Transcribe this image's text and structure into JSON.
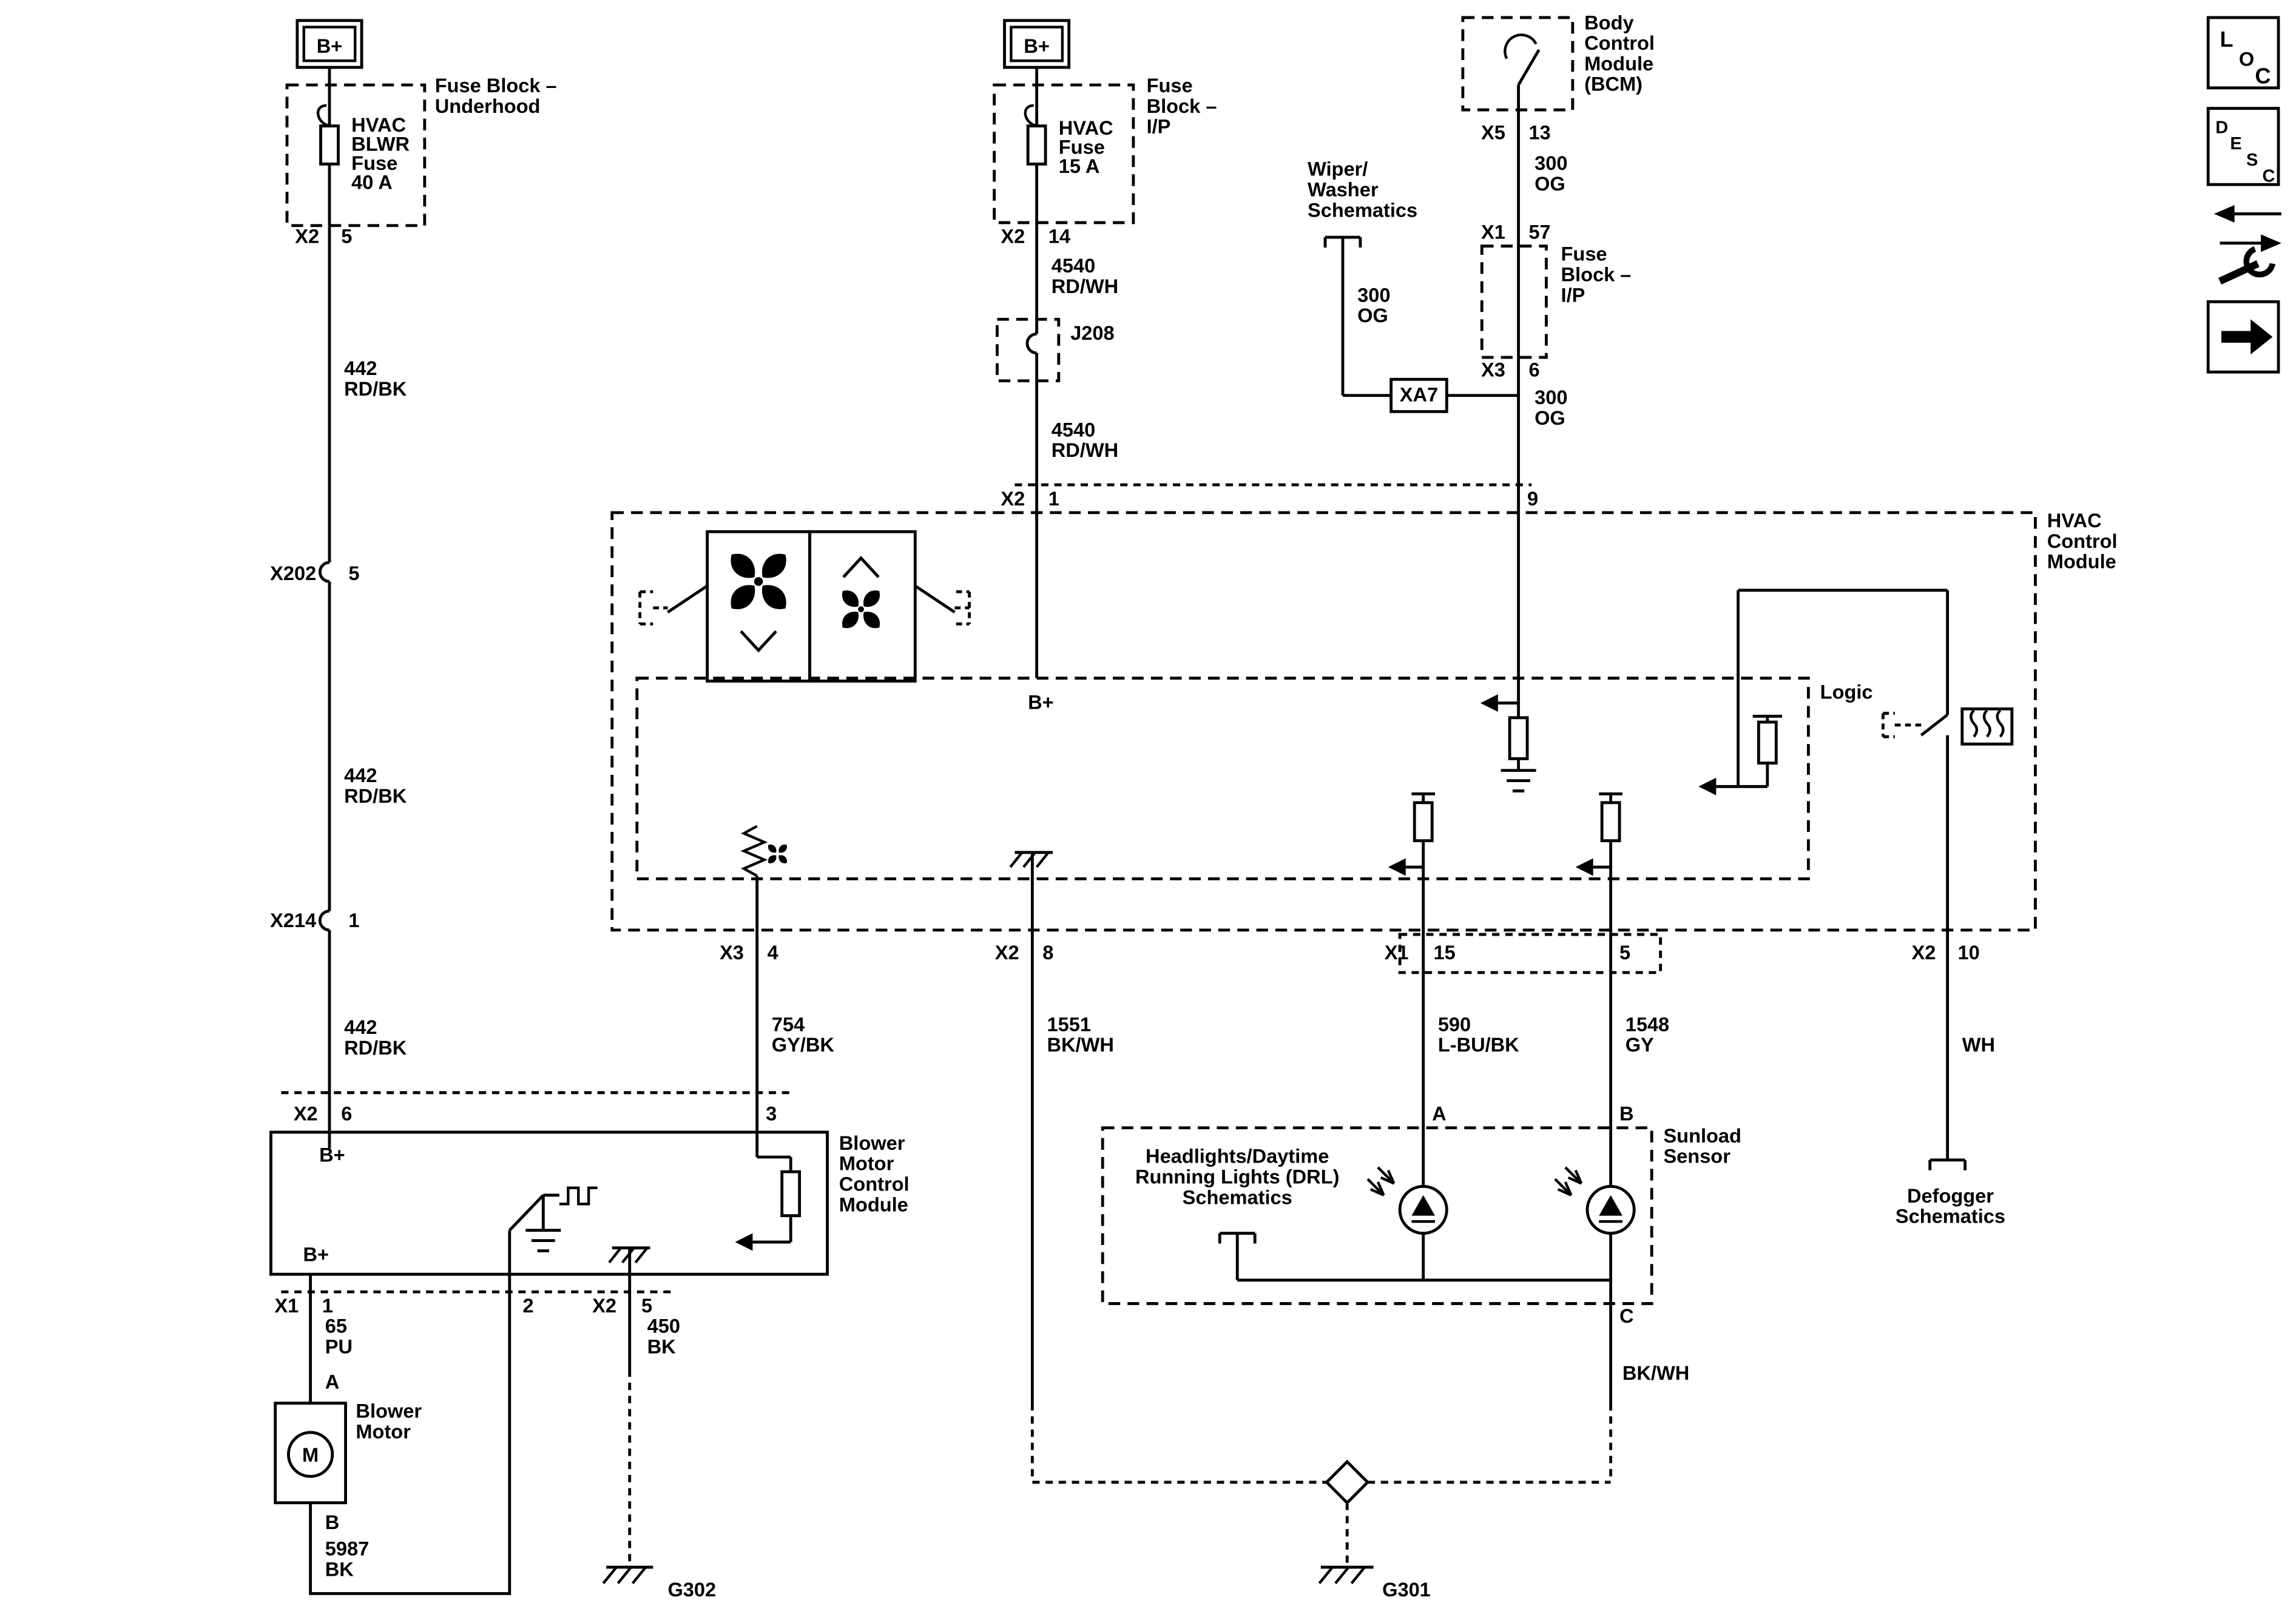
{
  "colors": {
    "line": "#000000",
    "bg": "#ffffff"
  },
  "underhood_feed": {
    "battery": "B+",
    "fuse_block": [
      "Fuse Block –",
      "Underhood"
    ],
    "fuse": [
      "HVAC",
      "BLWR",
      "Fuse",
      "40 A"
    ],
    "conn": "X2",
    "pin": "5",
    "wire1": [
      "442",
      "RD/BK"
    ],
    "conn2": "X202",
    "pin2": "5",
    "wire2": [
      "442",
      "RD/BK"
    ],
    "conn3": "X214",
    "pin3": "1",
    "wire3": [
      "442",
      "RD/BK"
    ]
  },
  "ip_feed": {
    "battery": "B+",
    "fuse_block": [
      "Fuse",
      "Block –",
      "I/P"
    ],
    "fuse": [
      "HVAC",
      "Fuse",
      "15 A"
    ],
    "conn": "X2",
    "pin": "14",
    "wire1": [
      "4540",
      "RD/WH"
    ],
    "conn2": "J208",
    "wire2": [
      "4540",
      "RD/WH"
    ],
    "conn3": "X2",
    "pin3": "1"
  },
  "bcm": {
    "title": [
      "Body",
      "Control",
      "Module",
      "(BCM)"
    ],
    "conn1": "X5",
    "pin1": "13",
    "wire1": [
      "300",
      "OG"
    ],
    "conn2": "X1",
    "pin2": "57",
    "fuse_block": [
      "Fuse",
      "Block –",
      "I/P"
    ],
    "conn3": "X3",
    "pin3": "6",
    "wire2": [
      "300",
      "OG"
    ],
    "pin4": "9"
  },
  "wiper": {
    "title": [
      "Wiper/",
      "Washer",
      "Schematics"
    ],
    "wire": [
      "300",
      "OG"
    ],
    "splice": "XA7"
  },
  "hvac_module": {
    "title": [
      "HVAC",
      "Control",
      "Module"
    ],
    "logic": "Logic",
    "bplus": "B+",
    "pins": {
      "x3": "X3",
      "p4": "4",
      "x2a": "X2",
      "p8": "8",
      "x1": "X1",
      "p15": "15",
      "p5": "5",
      "x2b": "X2",
      "p10": "10"
    }
  },
  "outputs": {
    "wire_754": [
      "754",
      "GY/BK"
    ],
    "wire_1551": [
      "1551",
      "BK/WH"
    ],
    "wire_590": [
      "590",
      "L-BU/BK"
    ],
    "wire_1548": [
      "1548",
      "GY"
    ],
    "wire_wh": "WH",
    "pin_a": "A",
    "pin_b": "B",
    "pin_c": "C",
    "wire_bkwh": "BK/WH"
  },
  "bmcm": {
    "title": [
      "Blower",
      "Motor",
      "Control",
      "Module"
    ],
    "bplus_top": "B+",
    "bplus_bot": "B+",
    "pin_top_conn": "X2",
    "pin_top": "6",
    "pin3": "3",
    "x1": "X1",
    "p1": "1",
    "p2": "2",
    "x2": "X2",
    "p5": "5",
    "wire_65": [
      "65",
      "PU"
    ],
    "pin_a": "A",
    "pin_b": "B",
    "wire_5987": [
      "5987",
      "BK"
    ],
    "wire_450": [
      "450",
      "BK"
    ]
  },
  "blower_motor": {
    "label": [
      "Blower",
      "Motor"
    ],
    "m": "M"
  },
  "drl": {
    "title": [
      "Headlights/Daytime",
      "Running Lights (DRL)",
      "Schematics"
    ]
  },
  "sunload": {
    "title": [
      "Sunload",
      "Sensor"
    ]
  },
  "defogger": {
    "title": [
      "Defogger",
      "Schematics"
    ]
  },
  "grounds": {
    "g301": "G301",
    "g302": "G302"
  },
  "nav": {
    "loc": [
      "L",
      "O",
      "C"
    ],
    "desc": [
      "D",
      "E",
      "S",
      "C"
    ]
  }
}
